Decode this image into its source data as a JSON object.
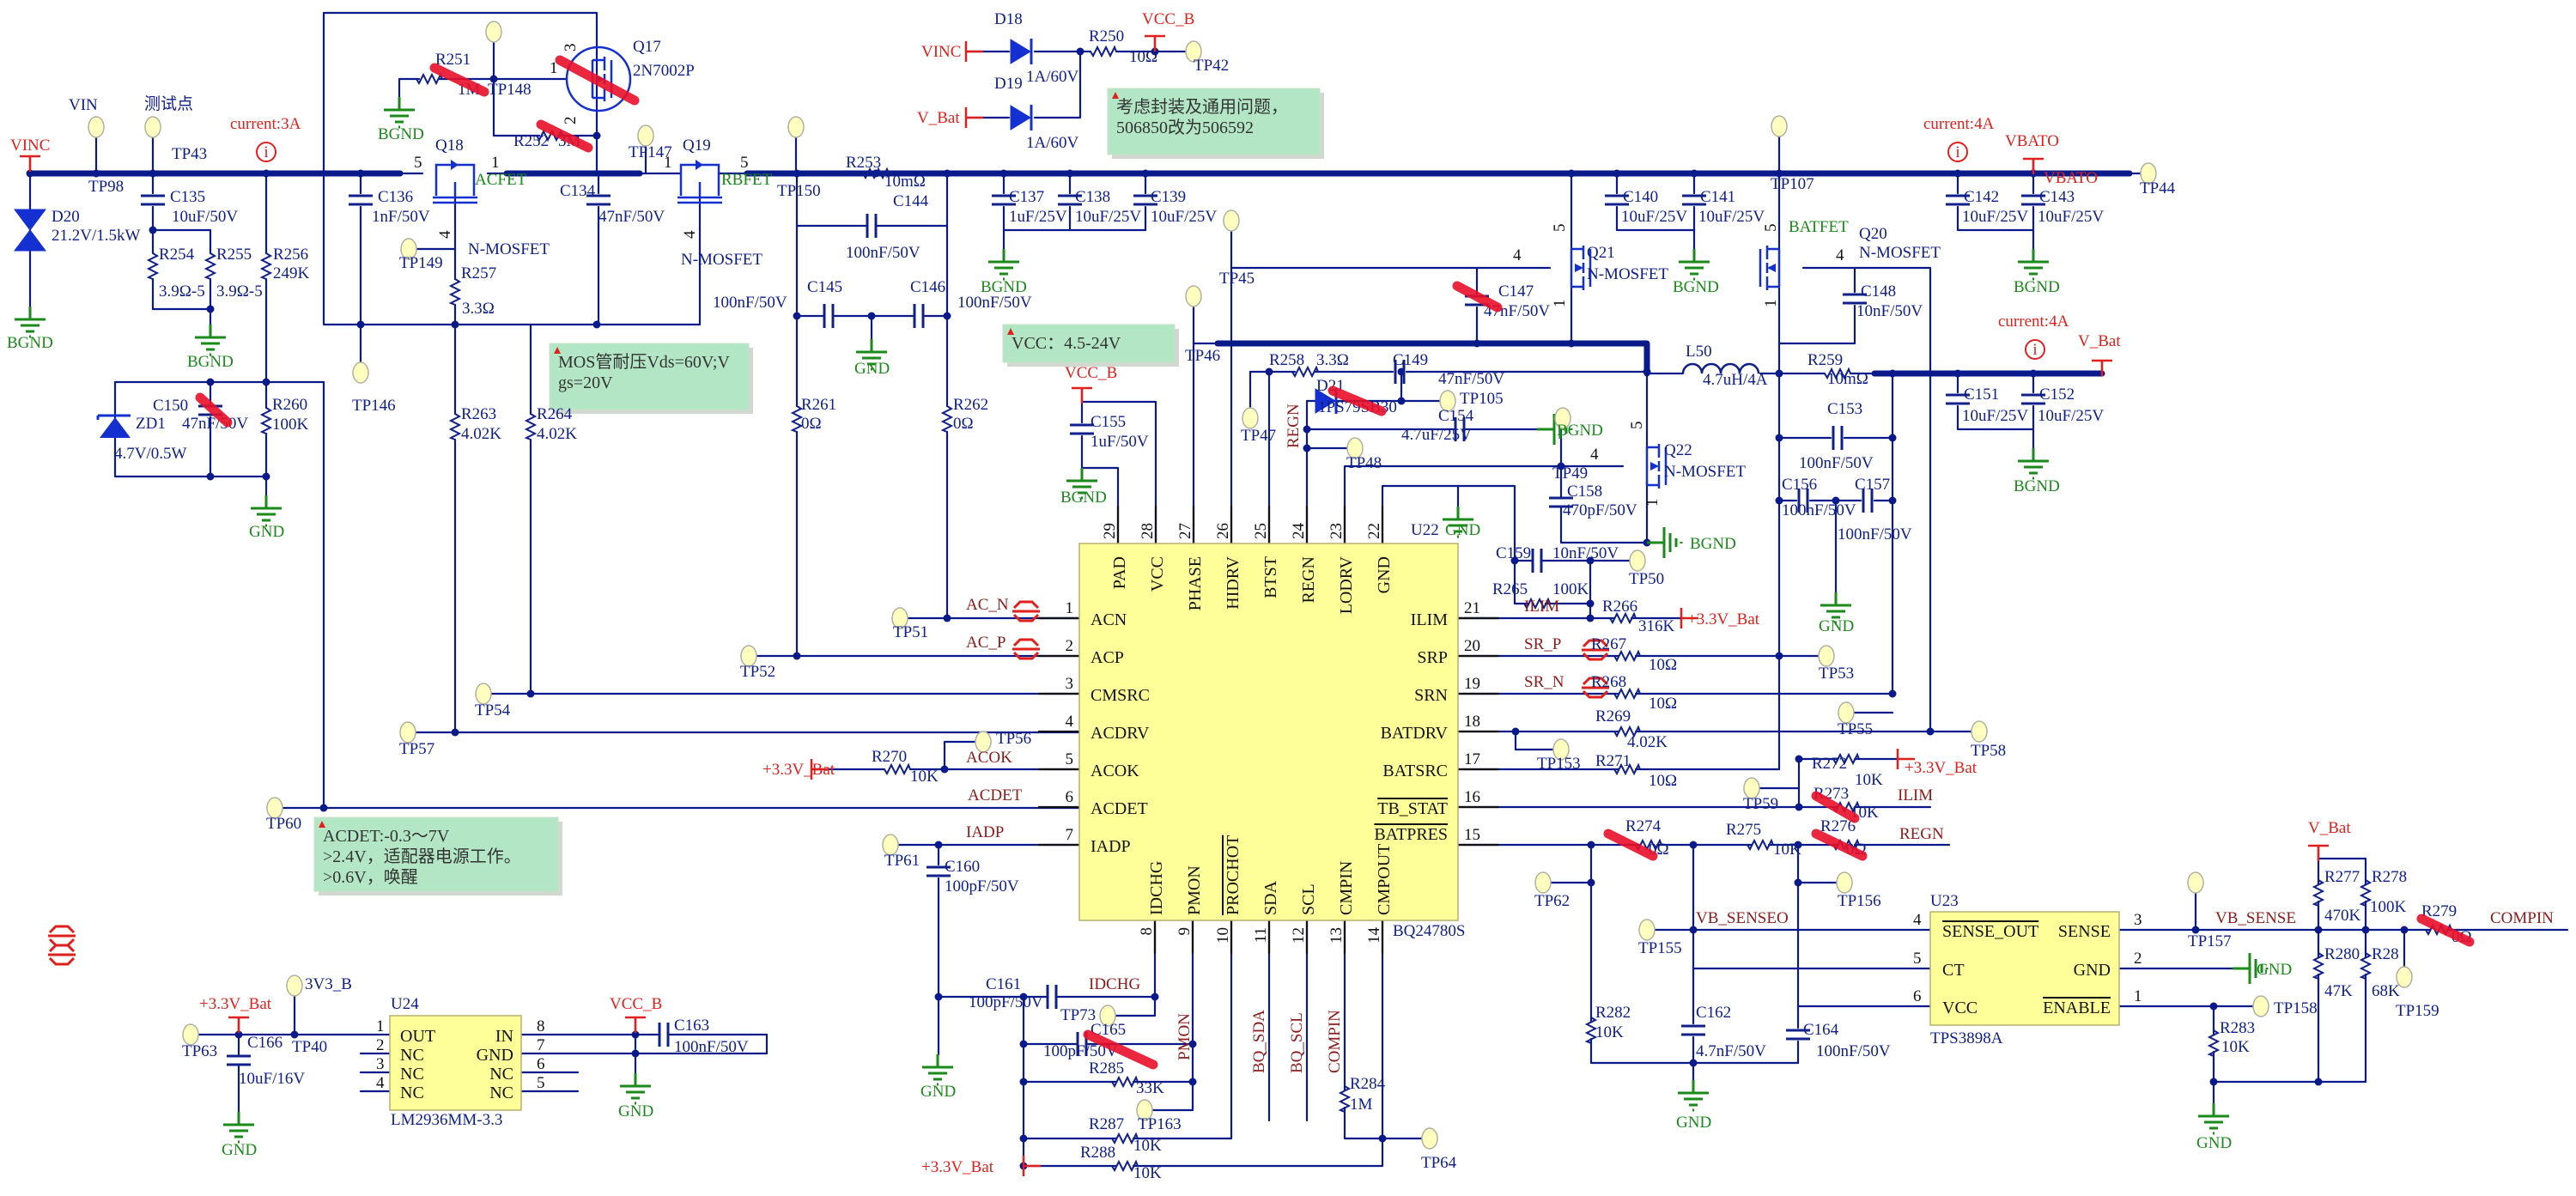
{
  "colors": {
    "wire": "#0b1a8a",
    "pin_wire": "#111111",
    "component": "#10208a",
    "net_label": "#8b1a1a",
    "power_port": "#e0201c",
    "ground": "#1a8a1a",
    "chip_fill": "#ffff99",
    "note_fill": "#b3e6c4",
    "testpoint_fill": "#ffffc0",
    "strike": "#e8102a"
  },
  "chips": {
    "u22": {
      "ref": "U22",
      "part": "BQ24780S",
      "left": [
        {
          "n": "1",
          "name": "ACN"
        },
        {
          "n": "2",
          "name": "ACP"
        },
        {
          "n": "3",
          "name": "CMSRC"
        },
        {
          "n": "4",
          "name": "ACDRV"
        },
        {
          "n": "5",
          "name": "ACOK"
        },
        {
          "n": "6",
          "name": "ACDET"
        },
        {
          "n": "7",
          "name": "IADP"
        }
      ],
      "right": [
        {
          "n": "21",
          "name": "ILIM"
        },
        {
          "n": "20",
          "name": "SRP"
        },
        {
          "n": "19",
          "name": "SRN"
        },
        {
          "n": "18",
          "name": "BATDRV"
        },
        {
          "n": "17",
          "name": "BATSRC"
        },
        {
          "n": "16",
          "name": "TB_STAT",
          "overbar": true
        },
        {
          "n": "15",
          "name": "BATPRES",
          "overbar": true
        }
      ],
      "top": [
        {
          "n": "29",
          "name": "PAD"
        },
        {
          "n": "28",
          "name": "VCC"
        },
        {
          "n": "27",
          "name": "PHASE"
        },
        {
          "n": "26",
          "name": "HIDRV"
        },
        {
          "n": "25",
          "name": "BTST"
        },
        {
          "n": "24",
          "name": "REGN"
        },
        {
          "n": "23",
          "name": "LODRV"
        },
        {
          "n": "22",
          "name": "GND"
        }
      ],
      "bottom": [
        {
          "n": "8",
          "name": "IDCHG"
        },
        {
          "n": "9",
          "name": "PMON"
        },
        {
          "n": "10",
          "name": "PROCHOT",
          "overbar": true
        },
        {
          "n": "11",
          "name": "SDA"
        },
        {
          "n": "12",
          "name": "SCL"
        },
        {
          "n": "13",
          "name": "CMPIN"
        },
        {
          "n": "14",
          "name": "CMPOUT"
        }
      ]
    },
    "u23": {
      "ref": "U23",
      "part": "TPS3898A",
      "left": [
        {
          "n": "4",
          "name": "SENSE_OUT",
          "overbar": true
        },
        {
          "n": "5",
          "name": "CT"
        },
        {
          "n": "6",
          "name": "VCC"
        }
      ],
      "right": [
        {
          "n": "3",
          "name": "SENSE"
        },
        {
          "n": "2",
          "name": "GND"
        },
        {
          "n": "1",
          "name": "ENABLE",
          "overbar": true
        }
      ]
    },
    "u24": {
      "ref": "U24",
      "part": "LM2936MM-3.3",
      "left": [
        {
          "n": "1",
          "name": "OUT"
        },
        {
          "n": "2",
          "name": "NC"
        },
        {
          "n": "3",
          "name": "NC"
        },
        {
          "n": "4",
          "name": "NC"
        }
      ],
      "right": [
        {
          "n": "8",
          "name": "IN"
        },
        {
          "n": "7",
          "name": "GND"
        },
        {
          "n": "6",
          "name": "NC"
        },
        {
          "n": "5",
          "name": "NC"
        }
      ]
    }
  },
  "notes": [
    [
      "考虑封装及通用问题，",
      "506850改为506592"
    ],
    [
      "MOS管耐压Vds=60V;V",
      "gs=20V"
    ],
    [
      "VCC：4.5-24V"
    ],
    [
      "ACDET:-0.3～7V",
      ">2.4V，适配器电源工作。",
      ">0.6V，唤醒"
    ]
  ],
  "refs": [
    "D20",
    "C135",
    "R254",
    "R255",
    "R256",
    "C136",
    "Q18",
    "R257",
    "R251",
    "Q17",
    "R252",
    "Q19",
    "C134",
    "C150",
    "ZD1",
    "R260",
    "R263",
    "R264",
    "R253",
    "C144",
    "C145",
    "C146",
    "R261",
    "R262",
    "D18",
    "R250",
    "D19",
    "C137",
    "C138",
    "C139",
    "C147",
    "Q21",
    "C140",
    "C141",
    "C142",
    "C143",
    "Q20",
    "C148",
    "L50",
    "R259",
    "C151",
    "C152",
    "C153",
    "C156",
    "C157",
    "C155",
    "R258",
    "C149",
    "D21",
    "C154",
    "Q22",
    "C158",
    "C159",
    "R265",
    "R266",
    "R267",
    "R268",
    "R269",
    "R271",
    "R272",
    "R273",
    "R274",
    "R275",
    "R276",
    "R270",
    "C160",
    "C161",
    "C165",
    "R285",
    "R287",
    "R288",
    "R284",
    "R282",
    "C162",
    "C164",
    "C166",
    "C163",
    "R277",
    "R278",
    "R279",
    "R280",
    "R28",
    "R283"
  ],
  "values": [
    "21.2V/1.5kW",
    "10uF/50V",
    "3.9Ω-5",
    "3.9Ω-5",
    "249K",
    "1nF/50V",
    "N-MOSFET",
    "3.3Ω",
    "2N7002P",
    "1M",
    "3M",
    "N-MOSFET",
    "47nF/50V",
    "100nF/50V",
    "47nF/50V",
    "4.7V/0.5W",
    "100K",
    "4.02K",
    "4.02K",
    "0Ω",
    "0Ω",
    "10mΩ",
    "100nF/50V",
    "100nF/50V",
    "1A/60V",
    "1A/60V",
    "10Ω",
    "1uF/25V",
    "10uF/25V",
    "10uF/25V",
    "47nF/50V",
    "N-MOSFET",
    "10uF/25V",
    "10uF/25V",
    "10uF/25V",
    "10uF/25V",
    "N-MOSFET",
    "10nF/50V",
    "4.7uH/4A",
    "10mΩ",
    "10uF/25V",
    "10uF/25V",
    "100nF/50V",
    "100nF/50V",
    "100nF/50V",
    "1uF/50V",
    "3.3Ω",
    "47nF/50V",
    "1PS79SB30",
    "4.7uF/25V",
    "N-MOSFET",
    "470pF/50V",
    "10nF/50V",
    "100K",
    "316K",
    "10Ω",
    "10Ω",
    "4.02K",
    "10Ω",
    "10K",
    "10K",
    "0Ω",
    "10K",
    "0Ω",
    "10K",
    "100pF/50V",
    "100pF/50V",
    "100pF/50V",
    "33K",
    "10K",
    "10K",
    "1M",
    "10K",
    "4.7nF/50V",
    "100nF/50V",
    "10uF/16V",
    "100nF/50V",
    "470K",
    "100K",
    "0Ω",
    "47K",
    "68K",
    "10K"
  ],
  "misc_labels": [
    "VIN",
    "测试点",
    "3V3_B"
  ],
  "fet_names": [
    "ACFET",
    "RBFET",
    "BATFET"
  ],
  "nets": [
    "AC_N",
    "AC_P",
    "ACOK",
    "ACDET",
    "IADP",
    "ILIM",
    "SR_P",
    "SR_N",
    "ILIM",
    "REGN",
    "VB_SENSEO",
    "IDCHG",
    "VB_SENSE",
    "COMPIN",
    "REGN",
    "PMON",
    "BQ_SDA",
    "BQ_SCL",
    "COMPIN"
  ],
  "power": [
    "VINC",
    "current:3A",
    "VINC",
    "V_Bat",
    "VCC_B",
    "current:4A",
    "VBATO",
    "VBATO",
    "current:4A",
    "V_Bat",
    "VCC_B",
    "+3.3V_Bat",
    "+3.3V_Bat",
    "+3.3V_Bat",
    "+3.3V_Bat",
    "VCC_B",
    "+3.3V_Bat",
    "V_Bat"
  ],
  "grounds": [
    "BGND",
    "BGND",
    "BGND",
    "GND",
    "GND",
    "BGND",
    "BGND",
    "BGND",
    "BGND",
    "GND",
    "BGND",
    "BGND",
    "GND",
    "BGND",
    "GND",
    "GND",
    "GND",
    "GND",
    "GND",
    "GND"
  ],
  "testpoints": [
    "TP98",
    "TP43",
    "TP148",
    "TP149",
    "TP147",
    "TP150",
    "TP146",
    "TP42",
    "TP45",
    "TP107",
    "TP44",
    "TP46",
    "TP47",
    "TP105",
    "TP48",
    "TP49",
    "TP50",
    "TP51",
    "TP52",
    "TP54",
    "TP57",
    "TP56",
    "TP60",
    "TP61",
    "TP53",
    "TP55",
    "TP58",
    "TP153",
    "TP59",
    "TP62",
    "TP156",
    "TP155",
    "TP73",
    "TP163",
    "TP64",
    "TP63",
    "TP40",
    "TP157",
    "TP158",
    "TP159"
  ],
  "fet_pins": [
    "5",
    "1",
    "4",
    "3",
    "1",
    "2",
    "1",
    "5",
    "4",
    "4",
    "5",
    "1",
    "5",
    "1",
    "4",
    "4",
    "5",
    "1"
  ]
}
